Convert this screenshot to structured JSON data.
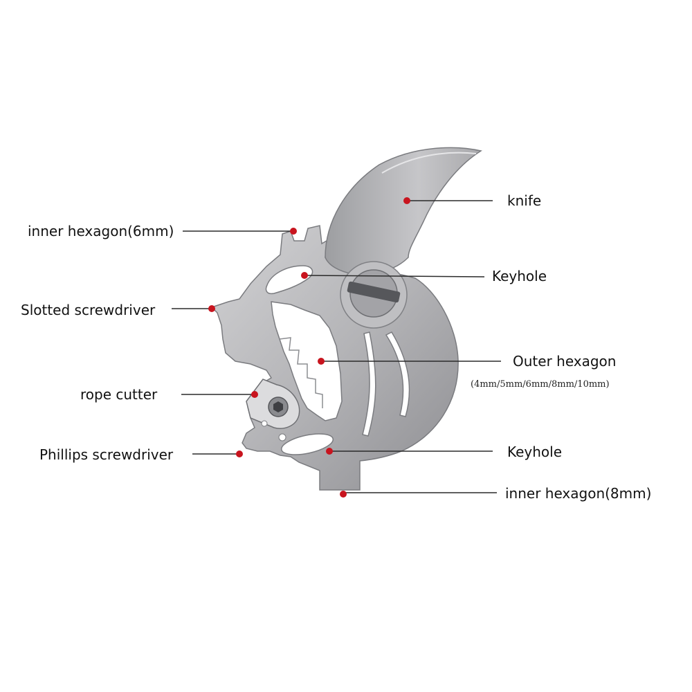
{
  "colors": {
    "steel_light": "#c9c9cb",
    "steel_mid": "#a7a7aa",
    "steel_dark": "#6f7074",
    "leader_line": "#2a2a2a",
    "marker": "#c8141e",
    "background": "#ffffff"
  },
  "labels": {
    "knife": "knife",
    "keyhole_top": "Keyhole",
    "inner_hexagon_6mm": "inner hexagon(6mm)",
    "slotted_screwdriver": "Slotted screwdriver",
    "outer_hexagon": "Outer hexagon",
    "outer_hexagon_sizes": "(4mm/5mm/6mm/8mm/10mm)",
    "rope_cutter": "rope cutter",
    "phillips_screwdriver": "Phillips screwdriver",
    "keyhole_bottom": "Keyhole",
    "inner_hexagon_8mm": "inner hexagon(8mm)"
  }
}
